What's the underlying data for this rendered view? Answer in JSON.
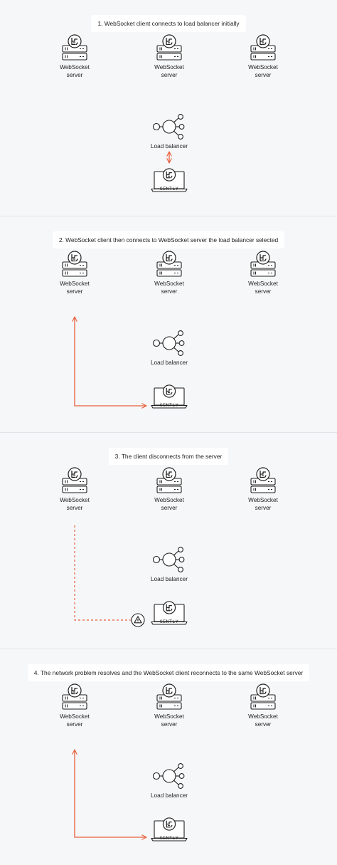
{
  "colors": {
    "accent": "#e8603c",
    "stroke": "#1f1f1f",
    "background": "#f6f7f9",
    "caption_bg": "#ffffff"
  },
  "icons": {
    "server": "server-stack-icon",
    "logo": "gently-logo-icon",
    "load_balancer": "load-balancer-icon",
    "client": "laptop-icon",
    "warning": "warning-triangle-icon"
  },
  "panels": [
    {
      "caption": "1. WebSocket client connects to load balancer initially",
      "servers": [
        {
          "line1": "WebSocket",
          "line2": "server"
        },
        {
          "line1": "WebSocket",
          "line2": "server"
        },
        {
          "line1": "WebSocket",
          "line2": "server"
        }
      ],
      "load_balancer": "Load balancer",
      "client": "GENTLY",
      "connection": "client-to-load-balancer"
    },
    {
      "caption": "2. WebSocket client then connects to WebSocket server the load balancer selected",
      "servers": [
        {
          "line1": "WebSocket",
          "line2": "server"
        },
        {
          "line1": "WebSocket",
          "line2": "server"
        },
        {
          "line1": "WebSocket",
          "line2": "server"
        }
      ],
      "load_balancer": "Load balancer",
      "client": "GENTLY",
      "connection": "client-to-server"
    },
    {
      "caption": "3. The client disconnects from the server",
      "servers": [
        {
          "line1": "WebSocket",
          "line2": "server"
        },
        {
          "line1": "WebSocket",
          "line2": "server"
        },
        {
          "line1": "WebSocket",
          "line2": "server"
        }
      ],
      "load_balancer": "Load balancer",
      "client": "GENTLY",
      "connection": "disconnected"
    },
    {
      "caption": "4. The network  problem resolves and the WebSocket client reconnects to the same WebSocket server",
      "servers": [
        {
          "line1": "WebSocket",
          "line2": "server"
        },
        {
          "line1": "WebSocket",
          "line2": "server"
        },
        {
          "line1": "WebSocket",
          "line2": "server"
        }
      ],
      "load_balancer": "Load balancer",
      "client": "GENTLY",
      "connection": "client-to-server"
    }
  ]
}
